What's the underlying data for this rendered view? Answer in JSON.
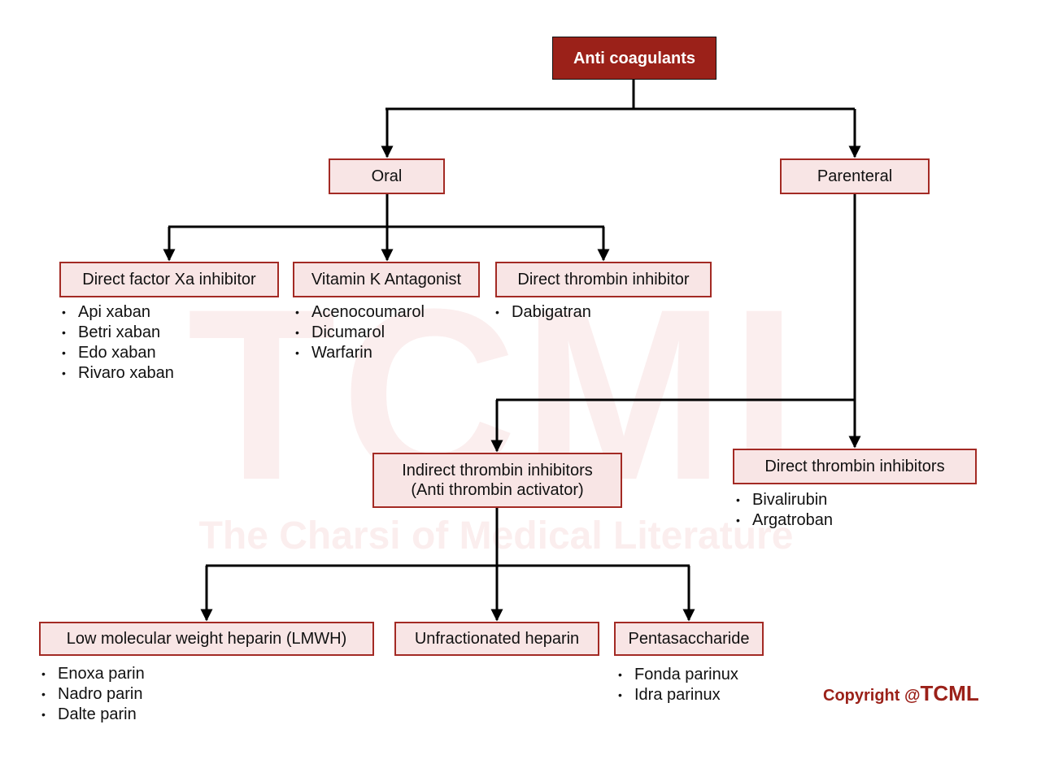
{
  "watermark": {
    "letters": "TCML",
    "tagline": "The Charsi of Medical Literature"
  },
  "colors": {
    "root_fill": "#9b2119",
    "box_fill": "#f8e5e5",
    "box_border": "#a32a24",
    "line": "#000000"
  },
  "nodes": {
    "root": "Anti coagulants",
    "oral": "Oral",
    "parenteral": "Parenteral",
    "factor_xa": "Direct factor Xa inhibitor",
    "vit_k": "Vitamin K Antagonist",
    "dti_oral": "Direct thrombin inhibitor",
    "indirect": "Indirect thrombin inhibitors\n(Anti thrombin activator)",
    "dti_par": "Direct thrombin inhibitors",
    "lmwh": "Low molecular weight heparin (LMWH)",
    "ufh": "Unfractionated heparin",
    "penta": "Pentasaccharide"
  },
  "lists": {
    "factor_xa": [
      "Api xaban",
      "Betri xaban",
      "Edo xaban",
      "Rivaro xaban"
    ],
    "vit_k": [
      "Acenocoumarol",
      "Dicumarol",
      "Warfarin"
    ],
    "dti_oral": [
      "Dabigatran"
    ],
    "dti_par": [
      "Bivalirubin",
      "Argatroban"
    ],
    "lmwh": [
      "Enoxa parin",
      "Nadro parin",
      "Dalte parin"
    ],
    "penta": [
      "Fonda parinux",
      "Idra parinux"
    ]
  },
  "copyright": {
    "prefix": "Copyright @",
    "brand": "TCML"
  }
}
